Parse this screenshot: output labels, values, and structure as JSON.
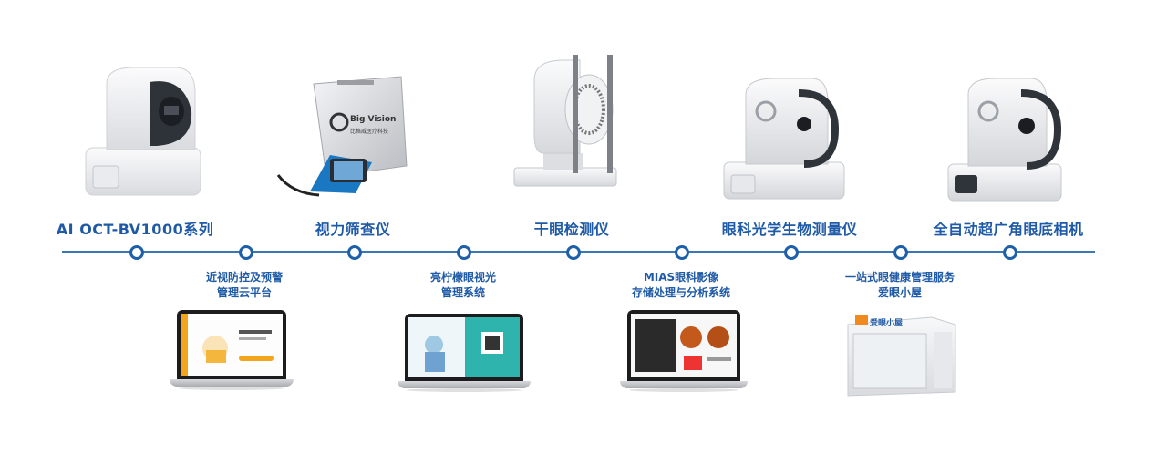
{
  "products": [
    {
      "label": "AI OCT-BV1000系列",
      "icon": "oct-device-icon"
    },
    {
      "label": "视力筛查仪",
      "icon": "vision-screener-icon"
    },
    {
      "label": "干眼检测仪",
      "icon": "dry-eye-device-icon"
    },
    {
      "label": "眼科光学生物测量仪",
      "icon": "biometer-device-icon"
    },
    {
      "label": "全自动超广角眼底相机",
      "icon": "fundus-camera-icon"
    }
  ],
  "systems": [
    {
      "line1": "近视防控及预警",
      "line2": "管理云平台",
      "icon": "laptop-icon"
    },
    {
      "line1": "亮柠檬眼视光",
      "line2": "管理系统",
      "icon": "laptop-icon"
    },
    {
      "line1": "MIAS眼科影像",
      "line2": "存储处理与分析系统",
      "icon": "laptop-icon"
    },
    {
      "line1": "一站式眼健康管理服务",
      "line2": "爱眼小屋",
      "icon": "kiosk-icon"
    }
  ],
  "case_logo": {
    "brand": "Big Vision",
    "sub": "比格威医疗科技"
  },
  "kiosk_sign": "爱眼小屋",
  "colors": {
    "primary": "#1f5aa6",
    "line": "#3b76b5"
  }
}
